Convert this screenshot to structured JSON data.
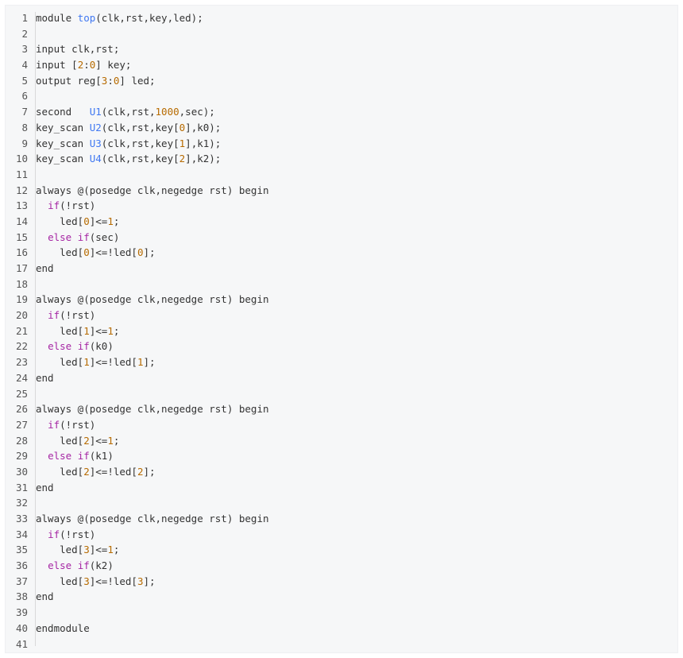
{
  "colors": {
    "background": "#ffffff",
    "panel": "#f6f7f8",
    "text": "#333333",
    "line_number": "#555555",
    "keyword": "#a626a4",
    "identifier": "#4078f2",
    "number": "#b76b01"
  },
  "lines": [
    {
      "n": "1",
      "tokens": [
        {
          "t": "module ",
          "c": "plain"
        },
        {
          "t": "top",
          "c": "id"
        },
        {
          "t": "(clk,rst,key,led);",
          "c": "plain"
        }
      ]
    },
    {
      "n": "2",
      "tokens": []
    },
    {
      "n": "3",
      "tokens": [
        {
          "t": "input clk,rst;",
          "c": "plain"
        }
      ]
    },
    {
      "n": "4",
      "tokens": [
        {
          "t": "input [",
          "c": "plain"
        },
        {
          "t": "2",
          "c": "num"
        },
        {
          "t": ":",
          "c": "plain"
        },
        {
          "t": "0",
          "c": "num"
        },
        {
          "t": "] key;",
          "c": "plain"
        }
      ]
    },
    {
      "n": "5",
      "tokens": [
        {
          "t": "output reg[",
          "c": "plain"
        },
        {
          "t": "3",
          "c": "num"
        },
        {
          "t": ":",
          "c": "plain"
        },
        {
          "t": "0",
          "c": "num"
        },
        {
          "t": "] led;",
          "c": "plain"
        }
      ]
    },
    {
      "n": "6",
      "tokens": []
    },
    {
      "n": "7",
      "tokens": [
        {
          "t": "second   ",
          "c": "plain"
        },
        {
          "t": "U1",
          "c": "id"
        },
        {
          "t": "(clk,rst,",
          "c": "plain"
        },
        {
          "t": "1000",
          "c": "num"
        },
        {
          "t": ",sec);",
          "c": "plain"
        }
      ]
    },
    {
      "n": "8",
      "tokens": [
        {
          "t": "key_scan ",
          "c": "plain"
        },
        {
          "t": "U2",
          "c": "id"
        },
        {
          "t": "(clk,rst,key[",
          "c": "plain"
        },
        {
          "t": "0",
          "c": "num"
        },
        {
          "t": "],k0);",
          "c": "plain"
        }
      ]
    },
    {
      "n": "9",
      "tokens": [
        {
          "t": "key_scan ",
          "c": "plain"
        },
        {
          "t": "U3",
          "c": "id"
        },
        {
          "t": "(clk,rst,key[",
          "c": "plain"
        },
        {
          "t": "1",
          "c": "num"
        },
        {
          "t": "],k1);",
          "c": "plain"
        }
      ]
    },
    {
      "n": "10",
      "tokens": [
        {
          "t": "key_scan ",
          "c": "plain"
        },
        {
          "t": "U4",
          "c": "id"
        },
        {
          "t": "(clk,rst,key[",
          "c": "plain"
        },
        {
          "t": "2",
          "c": "num"
        },
        {
          "t": "],k2);",
          "c": "plain"
        }
      ]
    },
    {
      "n": "11",
      "tokens": []
    },
    {
      "n": "12",
      "tokens": [
        {
          "t": "always @(posedge clk,negedge rst) begin",
          "c": "plain"
        }
      ]
    },
    {
      "n": "13",
      "tokens": [
        {
          "t": "  ",
          "c": "plain"
        },
        {
          "t": "if",
          "c": "kw"
        },
        {
          "t": "(!rst)",
          "c": "plain"
        }
      ]
    },
    {
      "n": "14",
      "tokens": [
        {
          "t": "    led[",
          "c": "plain"
        },
        {
          "t": "0",
          "c": "num"
        },
        {
          "t": "]<=",
          "c": "plain"
        },
        {
          "t": "1",
          "c": "num"
        },
        {
          "t": ";",
          "c": "plain"
        }
      ]
    },
    {
      "n": "15",
      "tokens": [
        {
          "t": "  ",
          "c": "plain"
        },
        {
          "t": "else if",
          "c": "kw"
        },
        {
          "t": "(sec)",
          "c": "plain"
        }
      ]
    },
    {
      "n": "16",
      "tokens": [
        {
          "t": "    led[",
          "c": "plain"
        },
        {
          "t": "0",
          "c": "num"
        },
        {
          "t": "]<=!led[",
          "c": "plain"
        },
        {
          "t": "0",
          "c": "num"
        },
        {
          "t": "];",
          "c": "plain"
        }
      ]
    },
    {
      "n": "17",
      "tokens": [
        {
          "t": "end",
          "c": "plain"
        }
      ]
    },
    {
      "n": "18",
      "tokens": []
    },
    {
      "n": "19",
      "tokens": [
        {
          "t": "always @(posedge clk,negedge rst) begin",
          "c": "plain"
        }
      ]
    },
    {
      "n": "20",
      "tokens": [
        {
          "t": "  ",
          "c": "plain"
        },
        {
          "t": "if",
          "c": "kw"
        },
        {
          "t": "(!rst)",
          "c": "plain"
        }
      ]
    },
    {
      "n": "21",
      "tokens": [
        {
          "t": "    led[",
          "c": "plain"
        },
        {
          "t": "1",
          "c": "num"
        },
        {
          "t": "]<=",
          "c": "plain"
        },
        {
          "t": "1",
          "c": "num"
        },
        {
          "t": ";",
          "c": "plain"
        }
      ]
    },
    {
      "n": "22",
      "tokens": [
        {
          "t": "  ",
          "c": "plain"
        },
        {
          "t": "else if",
          "c": "kw"
        },
        {
          "t": "(k0)",
          "c": "plain"
        }
      ]
    },
    {
      "n": "23",
      "tokens": [
        {
          "t": "    led[",
          "c": "plain"
        },
        {
          "t": "1",
          "c": "num"
        },
        {
          "t": "]<=!led[",
          "c": "plain"
        },
        {
          "t": "1",
          "c": "num"
        },
        {
          "t": "];",
          "c": "plain"
        }
      ]
    },
    {
      "n": "24",
      "tokens": [
        {
          "t": "end",
          "c": "plain"
        }
      ]
    },
    {
      "n": "25",
      "tokens": []
    },
    {
      "n": "26",
      "tokens": [
        {
          "t": "always @(posedge clk,negedge rst) begin",
          "c": "plain"
        }
      ]
    },
    {
      "n": "27",
      "tokens": [
        {
          "t": "  ",
          "c": "plain"
        },
        {
          "t": "if",
          "c": "kw"
        },
        {
          "t": "(!rst)",
          "c": "plain"
        }
      ]
    },
    {
      "n": "28",
      "tokens": [
        {
          "t": "    led[",
          "c": "plain"
        },
        {
          "t": "2",
          "c": "num"
        },
        {
          "t": "]<=",
          "c": "plain"
        },
        {
          "t": "1",
          "c": "num"
        },
        {
          "t": ";",
          "c": "plain"
        }
      ]
    },
    {
      "n": "29",
      "tokens": [
        {
          "t": "  ",
          "c": "plain"
        },
        {
          "t": "else if",
          "c": "kw"
        },
        {
          "t": "(k1)",
          "c": "plain"
        }
      ]
    },
    {
      "n": "30",
      "tokens": [
        {
          "t": "    led[",
          "c": "plain"
        },
        {
          "t": "2",
          "c": "num"
        },
        {
          "t": "]<=!led[",
          "c": "plain"
        },
        {
          "t": "2",
          "c": "num"
        },
        {
          "t": "];",
          "c": "plain"
        }
      ]
    },
    {
      "n": "31",
      "tokens": [
        {
          "t": "end",
          "c": "plain"
        }
      ]
    },
    {
      "n": "32",
      "tokens": []
    },
    {
      "n": "33",
      "tokens": [
        {
          "t": "always @(posedge clk,negedge rst) begin",
          "c": "plain"
        }
      ]
    },
    {
      "n": "34",
      "tokens": [
        {
          "t": "  ",
          "c": "plain"
        },
        {
          "t": "if",
          "c": "kw"
        },
        {
          "t": "(!rst)",
          "c": "plain"
        }
      ]
    },
    {
      "n": "35",
      "tokens": [
        {
          "t": "    led[",
          "c": "plain"
        },
        {
          "t": "3",
          "c": "num"
        },
        {
          "t": "]<=",
          "c": "plain"
        },
        {
          "t": "1",
          "c": "num"
        },
        {
          "t": ";",
          "c": "plain"
        }
      ]
    },
    {
      "n": "36",
      "tokens": [
        {
          "t": "  ",
          "c": "plain"
        },
        {
          "t": "else if",
          "c": "kw"
        },
        {
          "t": "(k2)",
          "c": "plain"
        }
      ]
    },
    {
      "n": "37",
      "tokens": [
        {
          "t": "    led[",
          "c": "plain"
        },
        {
          "t": "3",
          "c": "num"
        },
        {
          "t": "]<=!led[",
          "c": "plain"
        },
        {
          "t": "3",
          "c": "num"
        },
        {
          "t": "];",
          "c": "plain"
        }
      ]
    },
    {
      "n": "38",
      "tokens": [
        {
          "t": "end",
          "c": "plain"
        }
      ]
    },
    {
      "n": "39",
      "tokens": []
    },
    {
      "n": "40",
      "tokens": [
        {
          "t": "endmodule",
          "c": "plain"
        }
      ]
    },
    {
      "n": "41",
      "tokens": []
    }
  ]
}
